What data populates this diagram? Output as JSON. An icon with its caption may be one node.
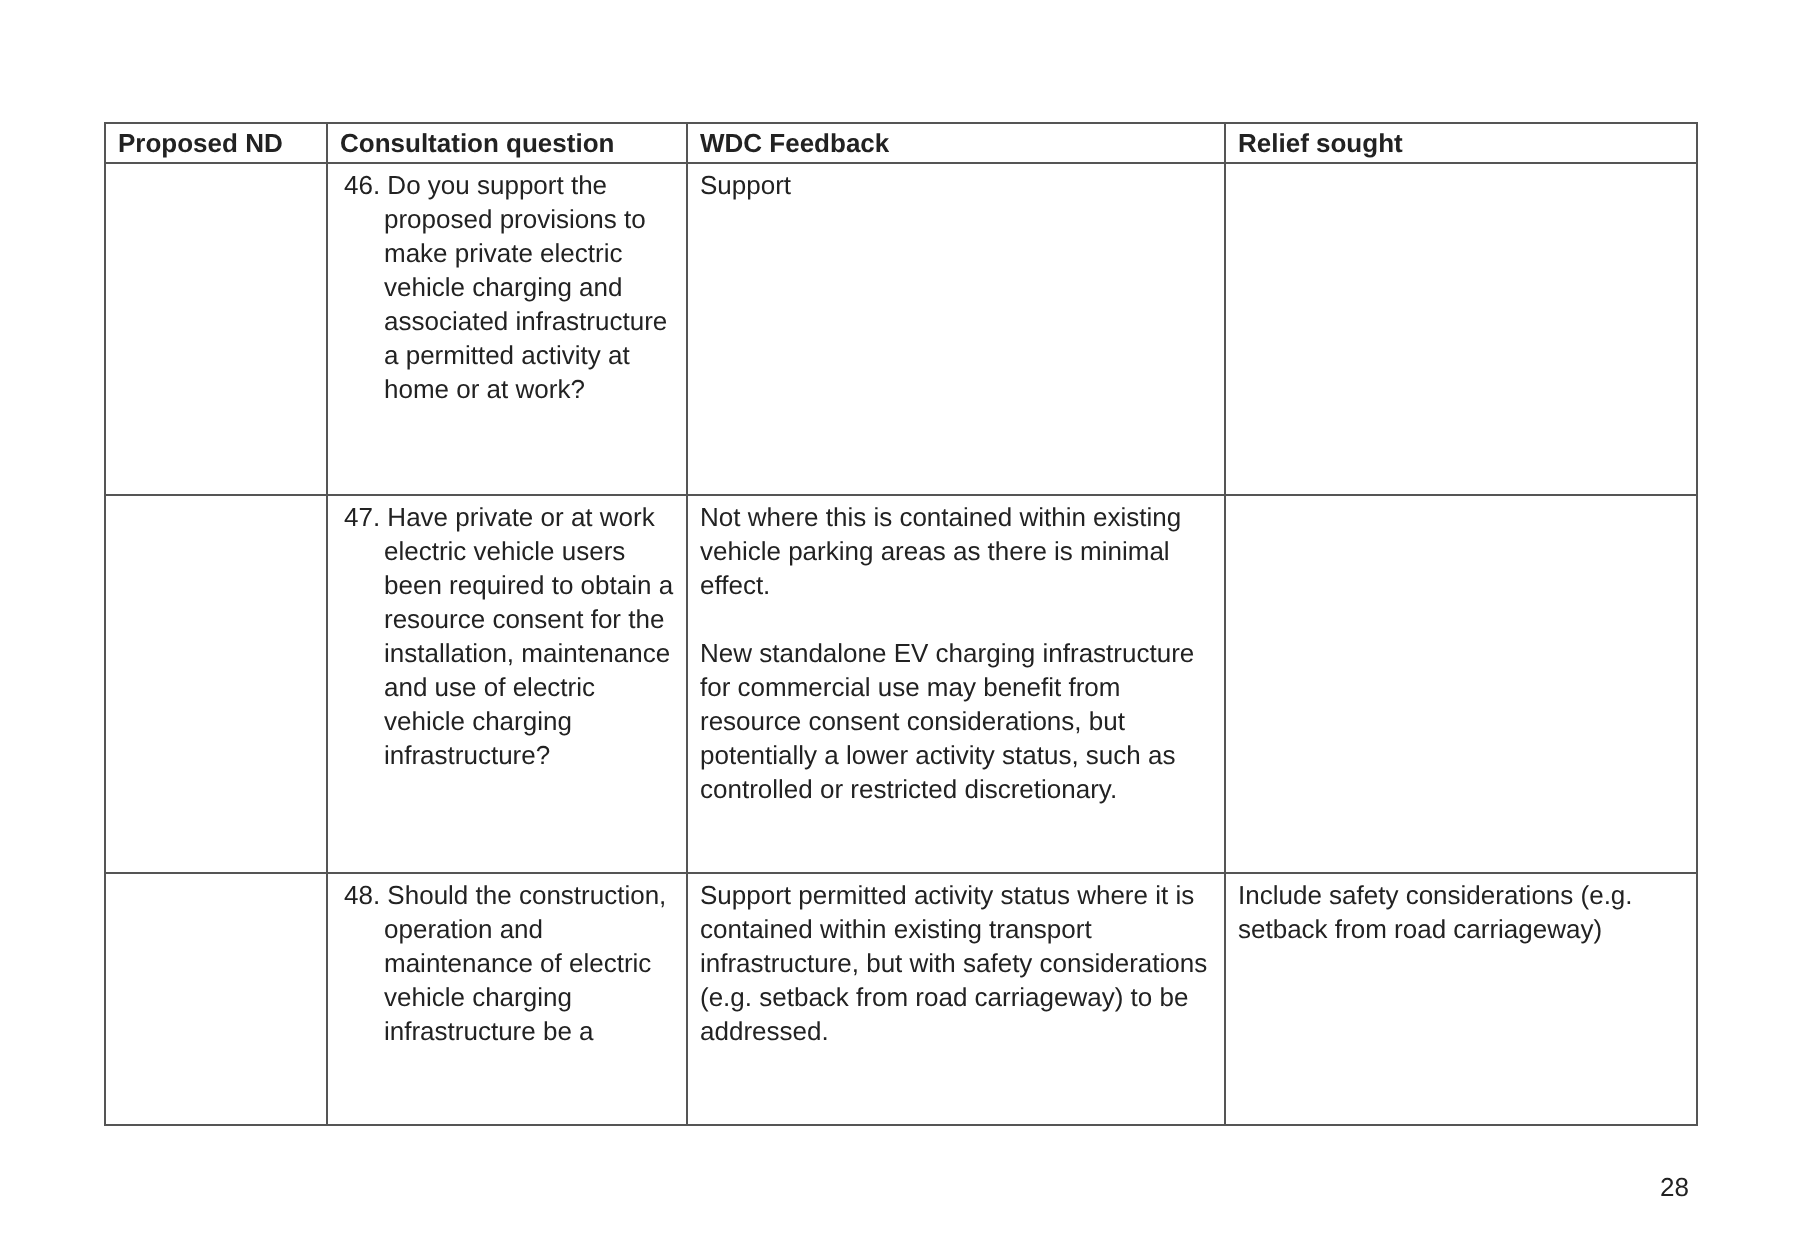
{
  "diagram": {
    "labels": [
      "Proposed ND",
      "Consultation question",
      "WDC Feedback",
      "Relief sought",
      "46. Do you support the proposed provisions to make private electric vehicle charging and associated infrastructure a permitted activity at home or at work?",
      "Support",
      "47. Have private or at work electric vehicle users been required to obtain a resource consent for the installation, maintenance and use of electric vehicle charging infrastructure?",
      "Not where this is contained within existing vehicle parking areas as there is minimal effect.",
      "New standalone EV charging infrastructure for commercial use may benefit from resource consent considerations, but potentially a lower activity status, such as controlled or restricted discretionary.",
      "48. Should the construction, operation and maintenance of electric vehicle charging infrastructure be a",
      "Support permitted activity status where it is contained within existing transport infrastructure, but with safety considerations (e.g. setback from road carriageway) to be addressed.",
      "Include safety considerations (e.g. setback from road carriageway)",
      "28"
    ]
  }
}
